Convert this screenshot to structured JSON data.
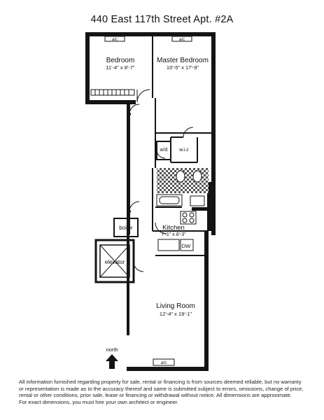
{
  "title": "440 East 117th Street Apt. #2A",
  "rooms": {
    "bedroom": {
      "name": "Bedroom",
      "dims": "11'-4\" x 8'-7\""
    },
    "master_bedroom": {
      "name": "Master Bedroom",
      "dims": "10'-5\" x 17'-9\""
    },
    "kitchen": {
      "name": "Kitchen",
      "dims": "7'-1\" x 8'-3\""
    },
    "living_room": {
      "name": "Living Room",
      "dims": "12'-4\" x 19'-1\""
    }
  },
  "labels": {
    "ac": "a/c",
    "wd": "w/d",
    "wic": "w.i.c",
    "boiler": "boiler",
    "elevator": "elevator",
    "dw": "DW",
    "north": "north"
  },
  "disclaimer": [
    "All information furnished regarding property for sale, rental or financing is from sources deemed reliable, but no warranty",
    "or representation is made as to the accuracy thereof and same is submitted subject to errors, omissions, change of price,",
    "rental or other conditions, prior sale, lease or financing or withdrawal without notice. All dimensions are approximate.",
    "For exact dimensions, you must hire your own architect or engineer."
  ]
}
